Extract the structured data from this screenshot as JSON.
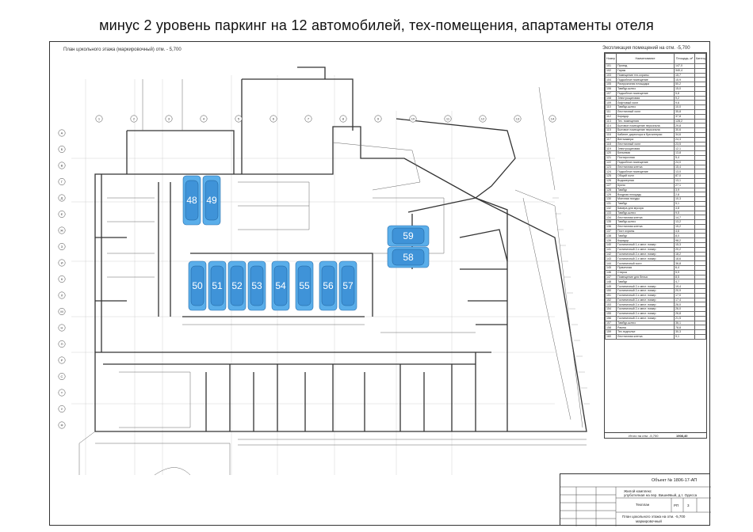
{
  "title": "минус 2 уровень паркинг на 12 автомобилей, тех-помещения, апартаменты отеля",
  "plan_caption": "План цокольного этажа (маркировочный) отм. - 5,700",
  "explication": {
    "title": "Экспликация помещений на отм. -5,700",
    "headers": [
      "Номер помещения",
      "Наименование",
      "Площадь, м²",
      "Категория помещения"
    ],
    "rows": [
      [
        "101",
        "Проезд",
        "147,0"
      ],
      [
        "102",
        "Гараж",
        "340,4"
      ],
      [
        "103",
        "Помещение тех.охраны",
        "15,7"
      ],
      [
        "104",
        "Подсобное помещение",
        "15,9"
      ],
      [
        "105",
        "Разгрузочная площадка",
        "50,2"
      ],
      [
        "106",
        "Тамбур-шлюз",
        "15,0"
      ],
      [
        "107",
        "Подсобное помещение",
        "5,8"
      ],
      [
        "108",
        "Электрощитовая",
        "9,2"
      ],
      [
        "109",
        "Лифтовый холл",
        "9,6"
      ],
      [
        "110",
        "Тамбур-шлюз",
        "10,0"
      ],
      [
        "111",
        "Лестничный холл",
        "35,8"
      ],
      [
        "112",
        "Коридор",
        "37,8"
      ],
      [
        "113",
        "Тех. помещения",
        "128,2"
      ],
      [
        "114",
        "Бытовое помещение персонала",
        "29,8"
      ],
      [
        "115",
        "Бытовое помещение персонала",
        "30,6"
      ],
      [
        "116",
        "Кабинет директора в бухгалтерии",
        "34,6"
      ],
      [
        "117",
        "Венткамера",
        "24,3"
      ],
      [
        "118",
        "Лестничный холл",
        "23,5"
      ],
      [
        "119",
        "Электрощитовая",
        "12,1"
      ],
      [
        "120",
        "Бельевая",
        "13,8"
      ],
      [
        "121",
        "Постирочная",
        "5,4"
      ],
      [
        "122",
        "Подсобное помещение",
        "24,0"
      ],
      [
        "123",
        "Лестничная клетка",
        "15,4"
      ],
      [
        "124",
        "Подсобное помещение",
        "13,0"
      ],
      [
        "125",
        "Общий холл",
        "87,0"
      ],
      [
        "126",
        "Водомерная",
        "13,1"
      ],
      [
        "127",
        "Кухня",
        "27,1"
      ],
      [
        "128",
        "Тамбур",
        "3,9"
      ],
      [
        "129",
        "Входная площадь",
        "2,8"
      ],
      [
        "130",
        "Моечная посуды",
        "10,3"
      ],
      [
        "131",
        "Тамбур",
        "5,1"
      ],
      [
        "132",
        "Камера для мусора",
        "4,8"
      ],
      [
        "133",
        "Тамбур-шлюз",
        "9,5"
      ],
      [
        "134",
        "Лестничная клетка",
        "14,7"
      ],
      [
        "135",
        "Тамбур-шлюз",
        "13,2"
      ],
      [
        "136",
        "Лестничная клетка",
        "15,2"
      ],
      [
        "137",
        "Пост охраны",
        "4,6"
      ],
      [
        "138",
        "Тамбур",
        "8,0"
      ],
      [
        "139",
        "Коридор",
        "98,2"
      ],
      [
        "140",
        "Гостиничный 1-х мест. номер",
        "15,3"
      ],
      [
        "141",
        "Гостиничный 2-х мест. номер",
        "20,2"
      ],
      [
        "142",
        "Гостиничный 2-х мест. номер",
        "18,2"
      ],
      [
        "143",
        "Гостиничный 2-х мест. номер",
        "18,6"
      ],
      [
        "144",
        "Гостиничный холл",
        "36,8"
      ],
      [
        "145",
        "Прачечная",
        "6,4"
      ],
      [
        "146",
        "Стирка",
        "5,9"
      ],
      [
        "147",
        "Помещение для белья",
        "8,5"
      ],
      [
        "148",
        "Тамбур",
        "4,7"
      ],
      [
        "149",
        "Гостиничный 2-х мест. номер",
        "19,4"
      ],
      [
        "150",
        "Гостиничный 2-х мест. номер",
        "20,9"
      ],
      [
        "151",
        "Гостиничный 2-х мест. номер",
        "17,0"
      ],
      [
        "152",
        "Гостиничный 2-х мест. номер",
        "17,4"
      ],
      [
        "153",
        "Гостиничный 2-х мест. номер",
        "26,0"
      ],
      [
        "154",
        "Гостиничный 2-х мест. номер",
        "26,0"
      ],
      [
        "155",
        "Гостиничный 2-х мест. номер",
        "26,8"
      ],
      [
        "156",
        "Гостиничный 2-х мест. номер",
        "21,5"
      ],
      [
        "157",
        "Тамбур-шлюз",
        "36,1"
      ],
      [
        "158",
        "Рампа",
        "78,8"
      ],
      [
        "159",
        "Тех.подполье",
        "30,3"
      ],
      [
        "160",
        "Лестничная клетка",
        "9,1"
      ]
    ],
    "total_label": "Итого на отм. -5,700",
    "total_value": "1908,40"
  },
  "stamp": {
    "object": "Объект № 1806-17-АП",
    "desc_1": "Жилой комплекс",
    "desc_2": "улуботелная на пер. Вишнёвый, д.т. Одесса",
    "section": "Техплан",
    "stage_code": "РП",
    "sheet_no": "3",
    "sheet_title_1": "План цокольного этажа на отм. -5,700",
    "sheet_title_2": "маркировочный"
  },
  "parking": {
    "colors": {
      "spot": "#5aaeea",
      "car": "#3f93d8"
    },
    "spots": [
      {
        "label": "48",
        "orientation": "vertical"
      },
      {
        "label": "49",
        "orientation": "vertical"
      },
      {
        "label": "50",
        "orientation": "vertical"
      },
      {
        "label": "51",
        "orientation": "vertical"
      },
      {
        "label": "52",
        "orientation": "vertical"
      },
      {
        "label": "53",
        "orientation": "vertical"
      },
      {
        "label": "54",
        "orientation": "vertical"
      },
      {
        "label": "55",
        "orientation": "vertical"
      },
      {
        "label": "56",
        "orientation": "vertical"
      },
      {
        "label": "57",
        "orientation": "vertical"
      },
      {
        "label": "59",
        "orientation": "horizontal"
      },
      {
        "label": "58",
        "orientation": "horizontal"
      }
    ]
  },
  "axes": {
    "rows": [
      "А",
      "Б",
      "В",
      "Г",
      "Д",
      "Е",
      "Ж",
      "З",
      "И",
      "К",
      "Л",
      "М",
      "Н",
      "П",
      "Р",
      "С",
      "Т",
      "У",
      "Ф"
    ],
    "cols": [
      "1",
      "2",
      "3",
      "4",
      "5",
      "6",
      "7",
      "8",
      "9",
      "10",
      "11",
      "12",
      "13",
      "14"
    ]
  }
}
